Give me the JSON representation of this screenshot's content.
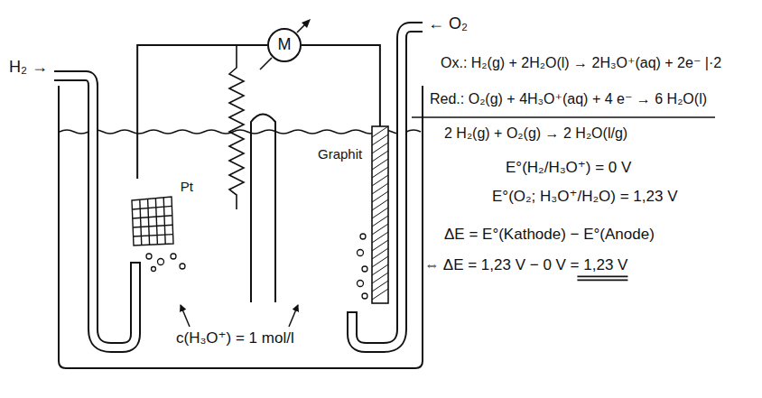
{
  "diagram": {
    "nodes": [
      {
        "text": [
          "M"
        ]
      },
      {
        "text": [
          "Pt"
        ]
      },
      {
        "text": [
          "Graphit"
        ]
      }
    ],
    "edges": [
      {
        "from": 0,
        "to": 1,
        "arrow": "none"
      },
      {
        "from": 0,
        "to": 2,
        "arrow": "none"
      }
    ],
    "labels": [
      "H₂ →",
      "← O₂",
      "Ox.: H₂(g) + 2H₂O(l) → 2H₃O⁺(aq) + 2e⁻ |·2",
      "Red.: O₂(g) + 4H₃O⁺(aq) + 4 e⁻ → 6 H₂O(l)",
      "2 H₂(g) + O₂(g) → 2 H₂O(l/g)",
      "E°(H₂/H₃O⁺) = 0 V",
      "E°(O₂; H₃O⁺/H₂O) = 1,23 V",
      "ΔE = E°(Kathode) − E°(Anode)",
      "⇔ ΔE = 1,23 V − 0 V = 1,23 V",
      "c(H₃O⁺) = 1 mol/l"
    ]
  }
}
